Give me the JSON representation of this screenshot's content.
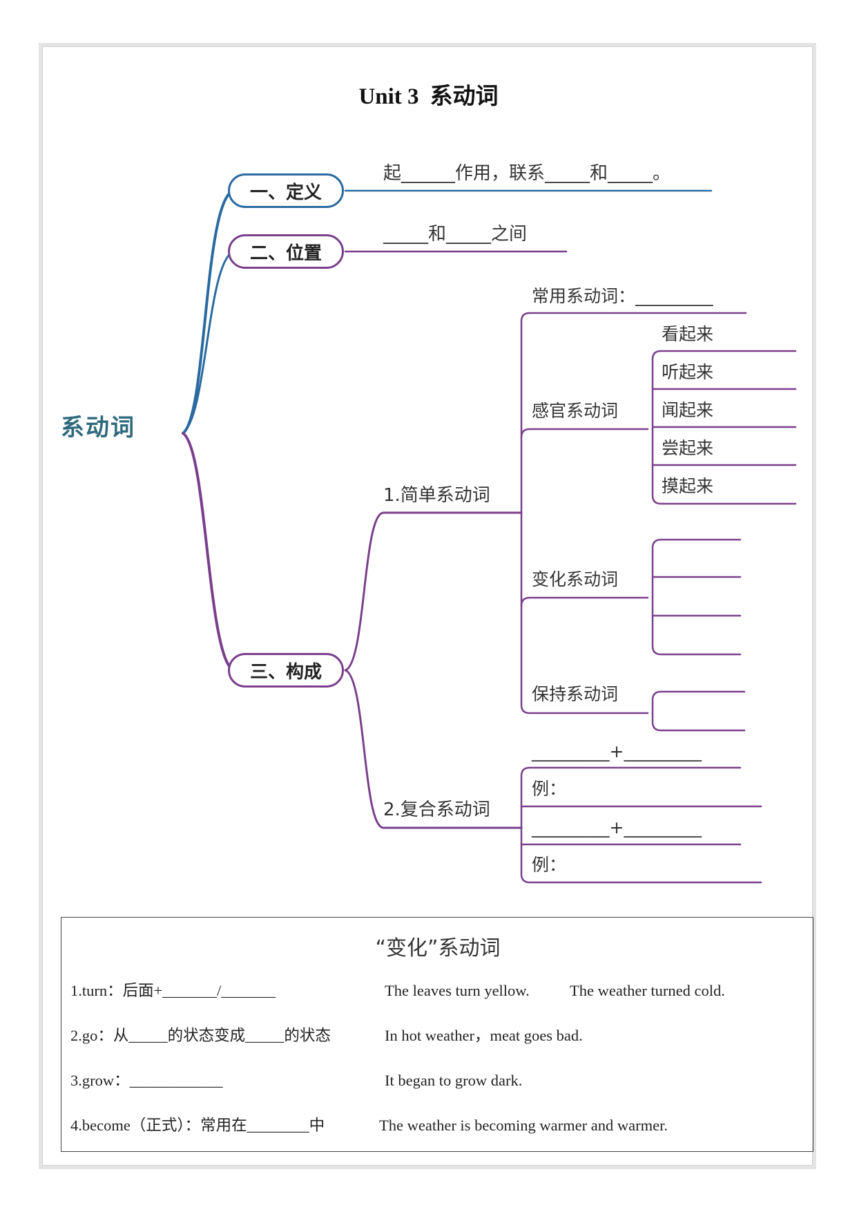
{
  "title": {
    "unit": "Unit 3",
    "topic": "系动词"
  },
  "root_label": "系动词",
  "branch1": {
    "label": "一、定义",
    "content": "起______作用，联系_____和_____。"
  },
  "branch2": {
    "label": "二、位置",
    "content": "_____和_____之间"
  },
  "branch3": {
    "label": "三、构成",
    "simple": {
      "label": "1.简单系动词",
      "common": "常用系动词：_________",
      "sense": {
        "label": "感官系动词",
        "items": [
          "看起来",
          "听起来",
          "闻起来",
          "尝起来",
          "摸起来"
        ]
      },
      "change": {
        "label": "变化系动词"
      },
      "keep": {
        "label": "保持系动词"
      }
    },
    "compound": {
      "label": "2.复合系动词",
      "formula1": "_________+_________",
      "example1": "例：",
      "formula2": "_________+_________",
      "example2": "例："
    }
  },
  "change_box": {
    "title": "“变化”系动词",
    "rows": [
      {
        "rule": "1.turn：后面+_______/_______",
        "examples": [
          "The leaves turn yellow.",
          "The weather turned cold."
        ]
      },
      {
        "rule": "2.go：从_____的状态变成_____的状态",
        "examples": [
          "In hot weather，meat goes bad."
        ]
      },
      {
        "rule": "3.grow：____________",
        "examples": [
          "It began to grow dark."
        ]
      },
      {
        "rule": "4.become（正式）：常用在________中",
        "examples": [
          "The weather is becoming warmer and warmer."
        ]
      }
    ]
  },
  "colors": {
    "blue": "#2a6aa0",
    "purple": "#7a3f8c",
    "root": "#2f6a7c"
  }
}
